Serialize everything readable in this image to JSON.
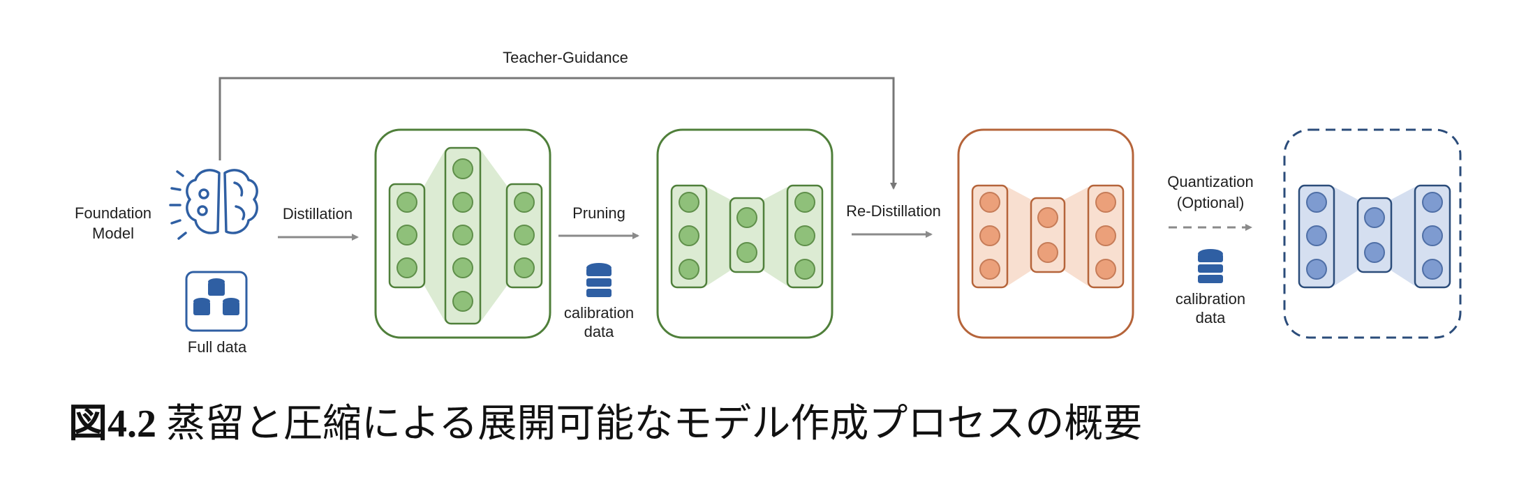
{
  "labels": {
    "teacher_guidance": "Teacher-Guidance",
    "foundation_line1": "Foundation",
    "foundation_line2": "Model",
    "full_data": "Full data",
    "distillation": "Distillation",
    "pruning": "Pruning",
    "calib1_line1": "calibration",
    "calib1_line2": "data",
    "re_distillation": "Re-Distillation",
    "quantization_line1": "Quantization",
    "quantization_line2": "(Optional)",
    "calib2_line1": "calibration",
    "calib2_line2": "data"
  },
  "caption": {
    "number": "図4.2",
    "text": "蒸留と圧縮による展開可能なモデル作成プロセスの概要"
  },
  "colors": {
    "green_border": "#4f7f3a",
    "green_node": "#8fc07a",
    "green_fill": "#dcebd3",
    "orange_border": "#b5643a",
    "orange_node": "#eba07a",
    "orange_fill": "#f8dfd0",
    "blue_border": "#2b4c7a",
    "blue_node": "#7e9bd0",
    "blue_fill": "#d5dff0",
    "icon_blue": "#2f5fa3",
    "arrow_gray": "#8a8a8a",
    "line_gray": "#777777"
  }
}
